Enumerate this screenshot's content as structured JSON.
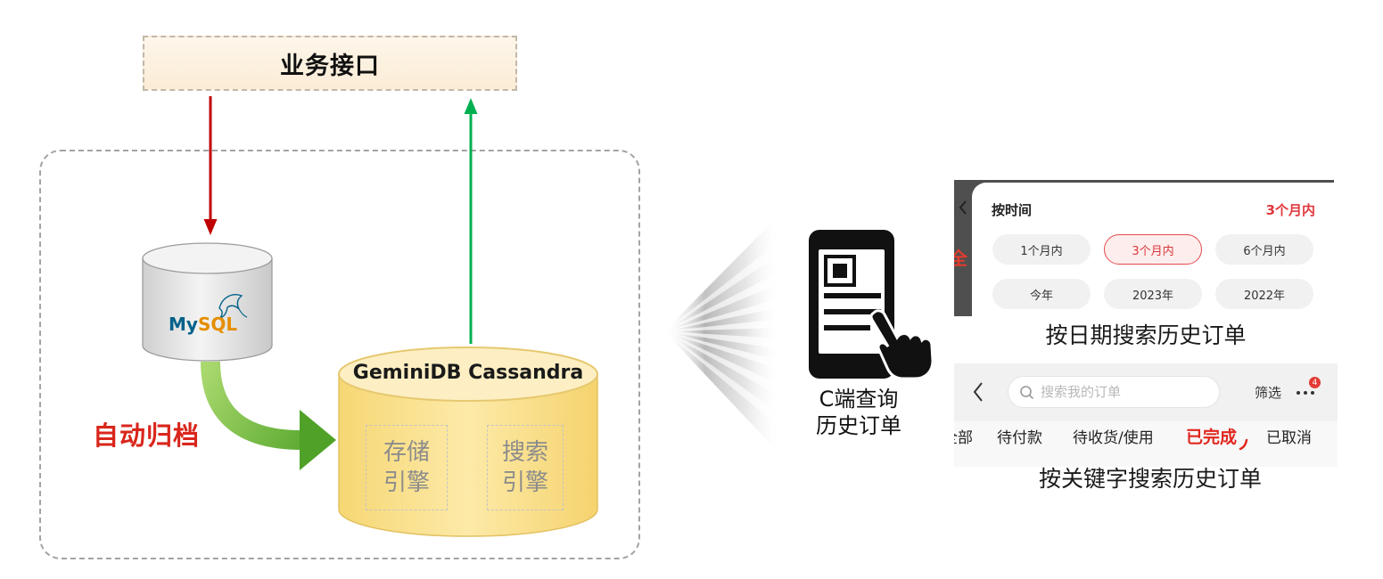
{
  "api": {
    "label": "业务接口"
  },
  "archive": {
    "label": "自动归档"
  },
  "mysql": {
    "logo_my": "My",
    "logo_sql": "SQL",
    "icon": "mysql-dolphin-icon"
  },
  "gemini": {
    "title": "GeminiDB Cassandra",
    "engines": [
      {
        "line1": "存储",
        "line2": "引擎"
      },
      {
        "line1": "搜索",
        "line2": "引擎"
      }
    ]
  },
  "client": {
    "icon": "phone-touch-icon",
    "line1": "C端查询",
    "line2": "历史订单"
  },
  "date_search": {
    "background_fragment": "全",
    "title": "按时间",
    "current": "3个月内",
    "options": [
      {
        "label": "1个月内",
        "selected": false
      },
      {
        "label": "3个月内",
        "selected": true
      },
      {
        "label": "6个月内",
        "selected": false
      },
      {
        "label": "今年",
        "selected": false
      },
      {
        "label": "2023年",
        "selected": false
      },
      {
        "label": "2022年",
        "selected": false
      }
    ],
    "caption": "按日期搜索历史订单"
  },
  "keyword_search": {
    "placeholder": "搜索我的订单",
    "filter": "筛选",
    "more_badge": "4",
    "tabs": [
      {
        "label": "全部",
        "active": false
      },
      {
        "label": "待付款",
        "active": false
      },
      {
        "label": "待收货/使用",
        "active": false
      },
      {
        "label": "已完成",
        "active": true
      },
      {
        "label": "已取消",
        "active": false
      }
    ],
    "caption": "按关键字搜索历史订单"
  },
  "icons": {
    "back": "chevron-left-icon",
    "search": "search-icon",
    "more": "more-dots-icon",
    "database": "database-cylinder-icon"
  },
  "colors": {
    "request_arrow": "#c00000",
    "response_arrow": "#00b050",
    "archive_arrow": "#4fa227",
    "archive_text": "#d9261c",
    "gemini_fill": "#fdeaa8",
    "accent_red": "#e0393e"
  }
}
